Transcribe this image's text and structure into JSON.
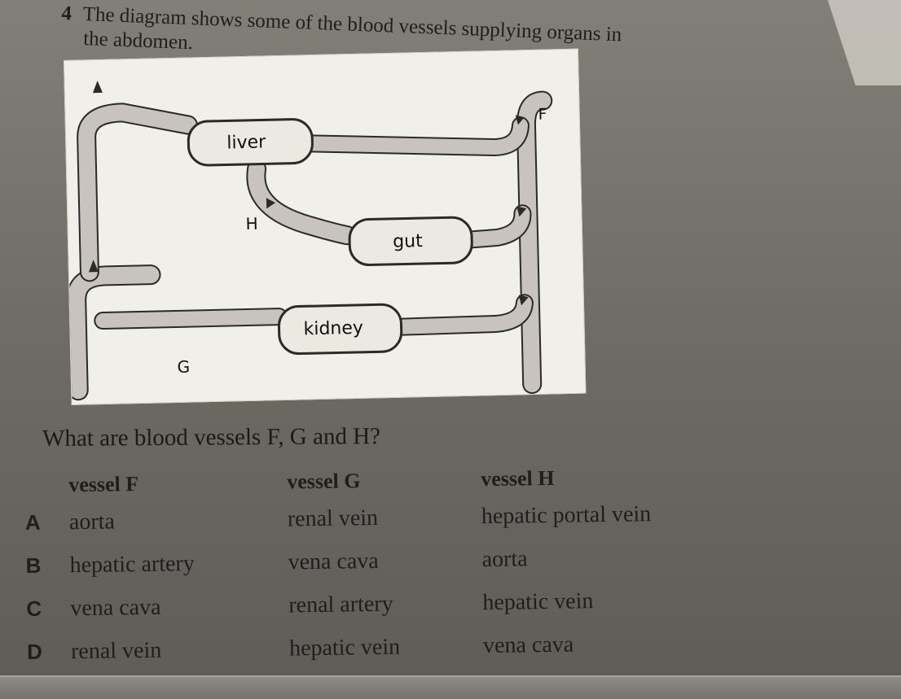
{
  "question": {
    "number": "4",
    "line1": "The diagram shows some of the blood vessels supplying organs in",
    "line2": "the abdomen.",
    "prompt": "What are blood vessels F, G and H?"
  },
  "diagram": {
    "labels": {
      "liver": "liver",
      "gut": "gut",
      "kidney": "kidney",
      "F": "F",
      "G": "G",
      "H": "H"
    },
    "colors": {
      "background": "#f1efe9",
      "vessel_fill": "#c8c4bd",
      "outline": "#2b2a28"
    }
  },
  "table": {
    "headers": [
      "vessel F",
      "vessel G",
      "vessel H"
    ],
    "options": [
      {
        "letter": "A",
        "vessel_f": "aorta",
        "vessel_g": "renal vein",
        "vessel_h": "hepatic portal vein"
      },
      {
        "letter": "B",
        "vessel_f": "hepatic artery",
        "vessel_g": "vena cava",
        "vessel_h": "aorta"
      },
      {
        "letter": "C",
        "vessel_f": "vena cava",
        "vessel_g": "renal artery",
        "vessel_h": "hepatic vein"
      },
      {
        "letter": "D",
        "vessel_f": "renal vein",
        "vessel_g": "hepatic vein",
        "vessel_h": "vena cava"
      }
    ]
  }
}
